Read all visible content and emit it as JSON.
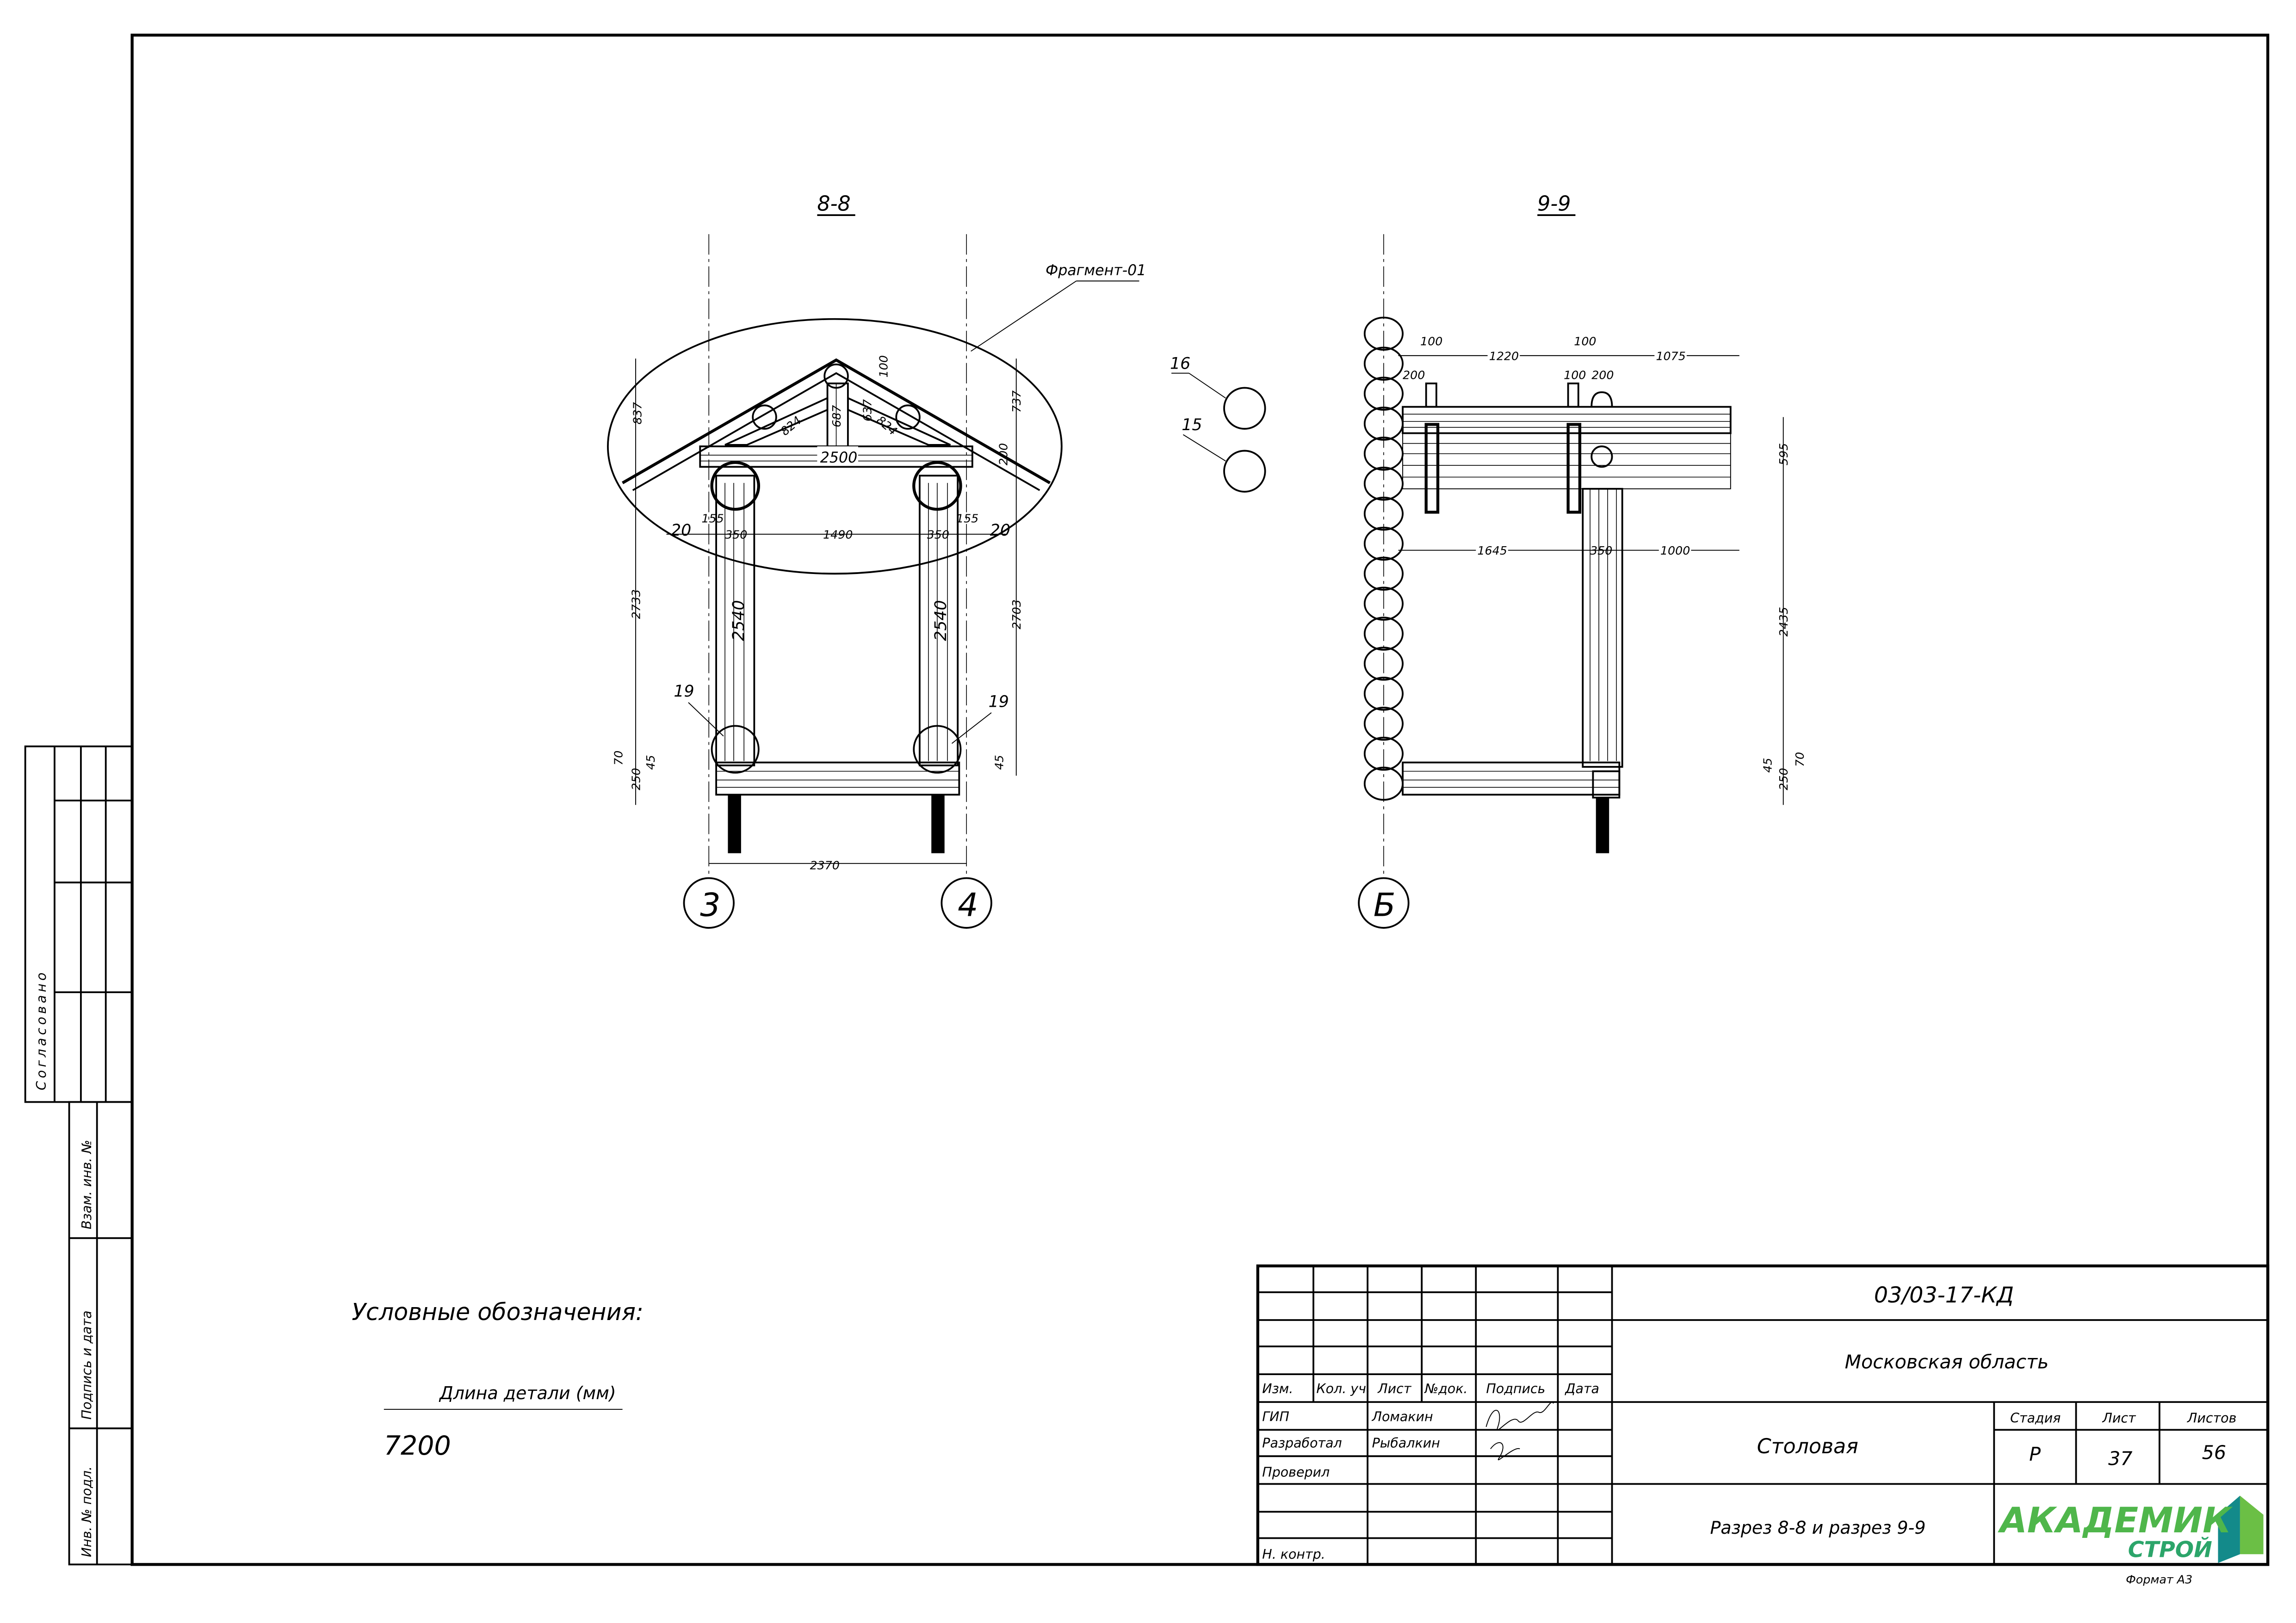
{
  "side_stamp": {
    "agreed": "Согласовано",
    "replaces_inv": "Взам. инв. №",
    "sign_date": "Подпись и дата",
    "inv_no": "Инв. № подл."
  },
  "section_88": {
    "title": "8-8",
    "fragment_label": "Фрагмент-01",
    "dims": {
      "h_left": "837",
      "top_100": "100",
      "brace_l": "824",
      "king": "687",
      "d637": "637",
      "brace_r": "824",
      "h_right": "737",
      "tie": "2500",
      "d200": "200",
      "d155_l": "155",
      "d155_r": "155",
      "d20_l": "20",
      "d20_r": "20",
      "d350_l": "350",
      "span": "1490",
      "d350_r": "350",
      "total_l": "2733",
      "post_l": "2540",
      "post_r": "2540",
      "total_r": "2703",
      "d70": "70",
      "d250": "250",
      "d45_l": "45",
      "d45_r": "45",
      "base": "2370"
    },
    "callouts": {
      "left": "19",
      "right": "19"
    },
    "axes": [
      "3",
      "4"
    ]
  },
  "markers": {
    "m16": "16",
    "m15": "15"
  },
  "section_99": {
    "title": "9-9",
    "dims": {
      "a100": "100",
      "a1220": "1220",
      "b100": "100",
      "a1075": "1075",
      "a200": "200",
      "c100": "100",
      "b200": "200",
      "a595": "595",
      "a1645": "1645",
      "a350": "350",
      "a1000": "1000",
      "a2435": "2435",
      "a45": "45",
      "a250": "250",
      "a70": "70"
    },
    "axis": "Б"
  },
  "legend": {
    "title": "Условные обозначения:",
    "caption": "Длина детали (мм)",
    "value": "7200"
  },
  "title_block": {
    "code": "03/03-17-КД",
    "region": "Московская область",
    "object": "Столовая",
    "sheet_title": "Разрез 8-8 и разрез 9-9",
    "headers": [
      "Изм.",
      "Кол. уч.",
      "Лист",
      "№док.",
      "Подпись",
      "Дата"
    ],
    "roles": [
      {
        "role": "ГИП",
        "name": "Ломакин"
      },
      {
        "role": "Разработал",
        "name": "Рыбалкин"
      },
      {
        "role": "Проверил",
        "name": ""
      },
      {
        "role": "Н. контр.",
        "name": ""
      }
    ],
    "stage_label": "Стадия",
    "sheet_label": "Лист",
    "sheets_label": "Листов",
    "stage": "Р",
    "sheet": "37",
    "sheets": "56",
    "logo_main": "АКАДЕМИК",
    "logo_sub": "СТРОЙ",
    "format": "Формат А3",
    "colors": {
      "logo_green": "#5bb547",
      "logo_teal": "#138a8a"
    }
  }
}
